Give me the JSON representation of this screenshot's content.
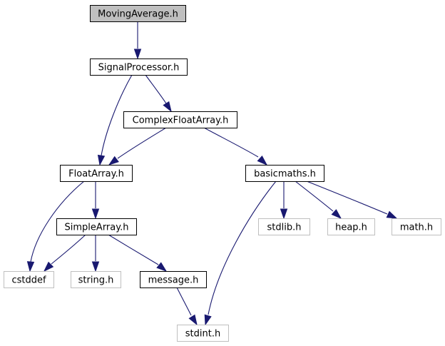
{
  "diagram": {
    "type": "include-dependency-graph",
    "colors": {
      "edge": "#191970",
      "root_fill": "#bfbfbf",
      "documented_border": "#000000",
      "external_border": "#bfbfbf",
      "node_fill": "#ffffff"
    },
    "nodes": [
      {
        "id": "movingaverage",
        "label": "MovingAverage.h",
        "kind": "root"
      },
      {
        "id": "signalprocessor",
        "label": "SignalProcessor.h",
        "kind": "documented"
      },
      {
        "id": "complexfloatarray",
        "label": "ComplexFloatArray.h",
        "kind": "documented"
      },
      {
        "id": "floatarray",
        "label": "FloatArray.h",
        "kind": "documented"
      },
      {
        "id": "basicmaths",
        "label": "basicmaths.h",
        "kind": "documented"
      },
      {
        "id": "simplearray",
        "label": "SimpleArray.h",
        "kind": "documented"
      },
      {
        "id": "cstddef",
        "label": "cstddef",
        "kind": "external"
      },
      {
        "id": "string",
        "label": "string.h",
        "kind": "external"
      },
      {
        "id": "message",
        "label": "message.h",
        "kind": "documented"
      },
      {
        "id": "stdlib",
        "label": "stdlib.h",
        "kind": "external"
      },
      {
        "id": "heap",
        "label": "heap.h",
        "kind": "external"
      },
      {
        "id": "math",
        "label": "math.h",
        "kind": "external"
      },
      {
        "id": "stdint",
        "label": "stdint.h",
        "kind": "external"
      }
    ],
    "edges": [
      {
        "from": "movingaverage",
        "to": "signalprocessor"
      },
      {
        "from": "signalprocessor",
        "to": "floatarray"
      },
      {
        "from": "signalprocessor",
        "to": "complexfloatarray"
      },
      {
        "from": "complexfloatarray",
        "to": "floatarray"
      },
      {
        "from": "complexfloatarray",
        "to": "basicmaths"
      },
      {
        "from": "floatarray",
        "to": "cstddef"
      },
      {
        "from": "floatarray",
        "to": "simplearray"
      },
      {
        "from": "simplearray",
        "to": "cstddef"
      },
      {
        "from": "simplearray",
        "to": "string"
      },
      {
        "from": "simplearray",
        "to": "message"
      },
      {
        "from": "message",
        "to": "stdint"
      },
      {
        "from": "basicmaths",
        "to": "stdint"
      },
      {
        "from": "basicmaths",
        "to": "stdlib"
      },
      {
        "from": "basicmaths",
        "to": "heap"
      },
      {
        "from": "basicmaths",
        "to": "math"
      }
    ]
  }
}
